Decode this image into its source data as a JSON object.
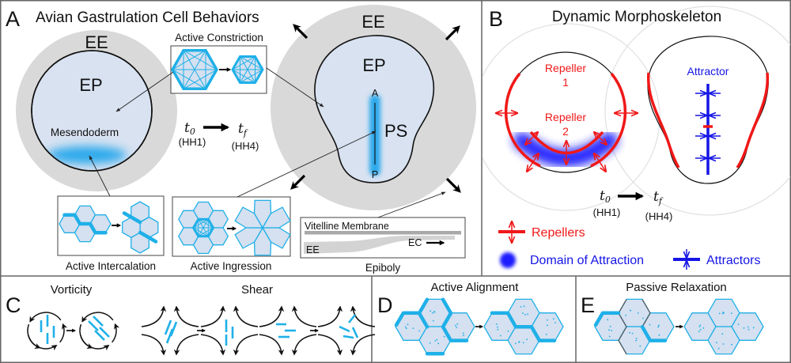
{
  "colors": {
    "cell_edge": "#1fb0e8",
    "cell_fill": "#d5e0f0",
    "extraembryonic_gray": "#d9d9d9",
    "repeller_red": "#f01818",
    "attractor_blue": "#1515e6"
  },
  "panel_a": {
    "label": "A",
    "title": "Avian Gastrulation Cell Behaviors",
    "left_embryo": {
      "ee": "EE",
      "ep": "EP",
      "region": "Mesendoderm"
    },
    "right_embryo": {
      "ee": "EE",
      "ep": "EP",
      "anterior": "A",
      "posterior": "P",
      "streak": "PS"
    },
    "timeline": {
      "start_symbol": "t",
      "start_sub": "0",
      "end_symbol": "t",
      "end_sub": "f",
      "start_stage": "(HH1)",
      "end_stage": "(HH4)"
    },
    "insets": {
      "constriction": "Active Constriction",
      "intercalation": "Active Intercalation",
      "ingression": "Active Ingression",
      "epiboly": "Epiboly"
    },
    "epiboly": {
      "membrane": "Vitelline Membrane",
      "ec": "EC",
      "ee": "EE"
    }
  },
  "panel_b": {
    "label": "B",
    "title": "Dynamic Morphoskeleton",
    "repeller1": {
      "name": "Repeller",
      "index": "1"
    },
    "repeller2": {
      "name": "Repeller",
      "index": "2"
    },
    "attractor": "Attractor",
    "timeline": {
      "start_symbol": "t",
      "start_sub": "0",
      "end_symbol": "t",
      "end_sub": "f",
      "start_stage": "(HH1)",
      "end_stage": "(HH4)"
    },
    "legend": {
      "repellers": "Repellers",
      "domain": "Domain of Attraction",
      "attractors": "Attractors"
    }
  },
  "panel_c": {
    "label": "C",
    "vorticity": "Vorticity",
    "shear": "Shear"
  },
  "panel_d": {
    "label": "D",
    "title": "Active Alignment"
  },
  "panel_e": {
    "label": "E",
    "title": "Passive Relaxation"
  }
}
